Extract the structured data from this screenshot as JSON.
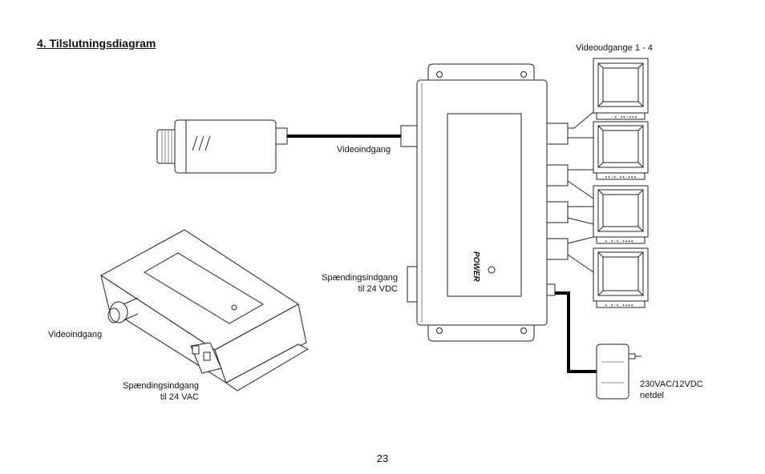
{
  "title": "4. Tilslutningsdiagram",
  "labels": {
    "video_outputs": "Videoudgange 1 - 4",
    "video_input_top": "Videoindgang",
    "power_input_top_line1": "Spændingsindgang",
    "power_input_top_line2": "til 24 VDC",
    "video_input_left": "Videoindgang",
    "power_input_left_line1": "Spændingsindgang",
    "power_input_left_line2": "til 24 VAC",
    "adapter_line1": "230VAC/12VDC",
    "adapter_line2": "netdel",
    "power_text": "POWER"
  },
  "page_number": "23"
}
